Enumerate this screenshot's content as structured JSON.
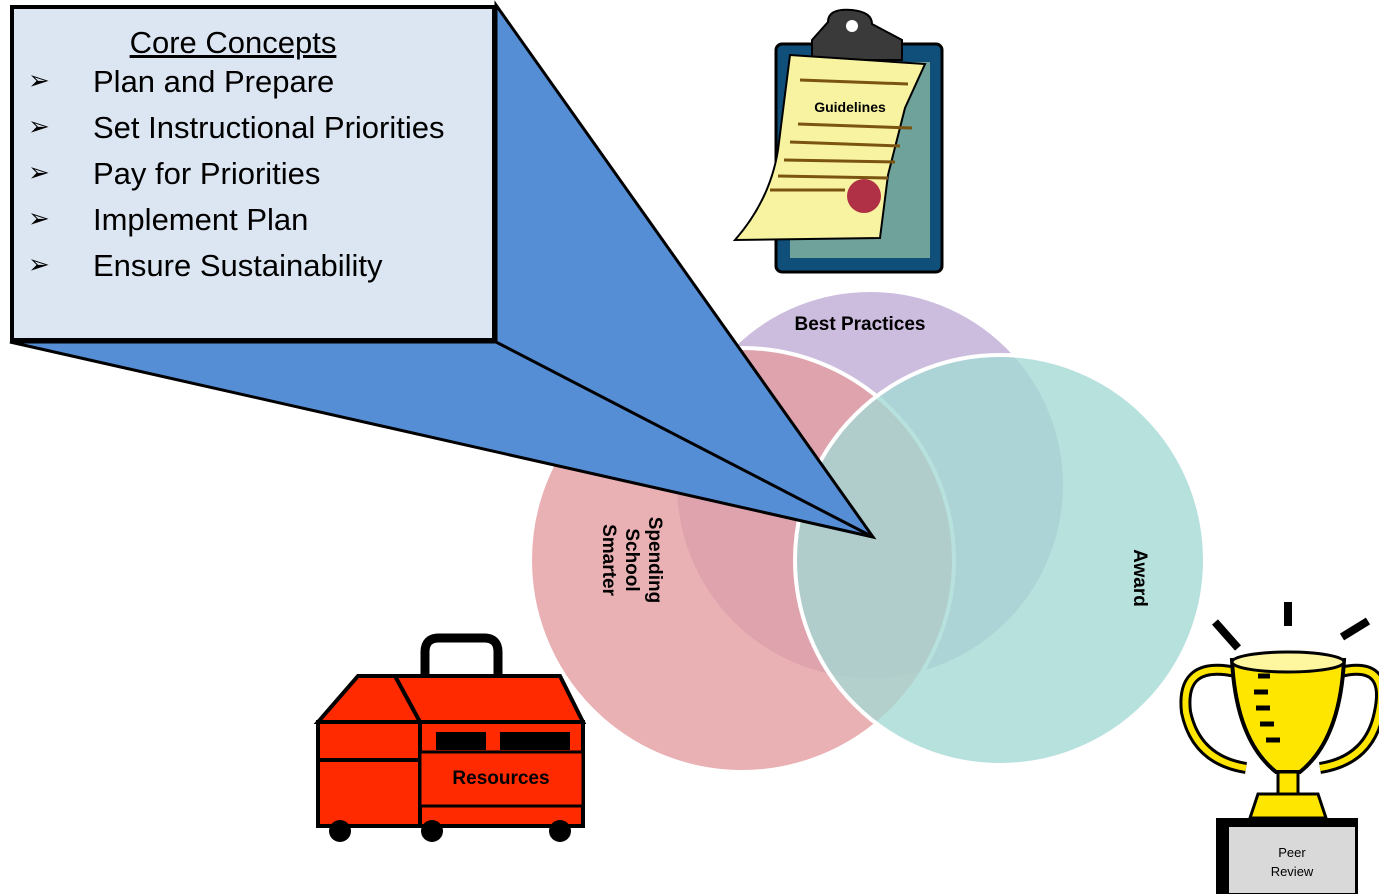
{
  "callout": {
    "title": "Core Concepts",
    "bullet_glyph": "➢",
    "items": [
      "Plan and Prepare",
      "Set Instructional Priorities",
      "Pay for Priorities",
      "Implement Plan",
      "Ensure Sustainability"
    ]
  },
  "venn": {
    "top_circle_label": "Best Practices",
    "left_circle_label": [
      "Smarter",
      "School",
      "Spending"
    ],
    "right_circle_label": "Award",
    "colors": {
      "top": "#c3b1d8",
      "left": "#e49b9f",
      "right": "#a8dcd7"
    }
  },
  "icons": {
    "clipboard_label": "Guidelines",
    "toolbox_label": "Resources",
    "trophy_label": [
      "Peer",
      "Review"
    ]
  },
  "colors": {
    "callout_fill": "#dce6f2",
    "pointer_fill": "#558ed5",
    "toolbox_red": "#ff2a00",
    "trophy_gold": "#ffe600",
    "clipboard_board": "#0f4f7a",
    "clipboard_paper": "#f7f3a0"
  }
}
